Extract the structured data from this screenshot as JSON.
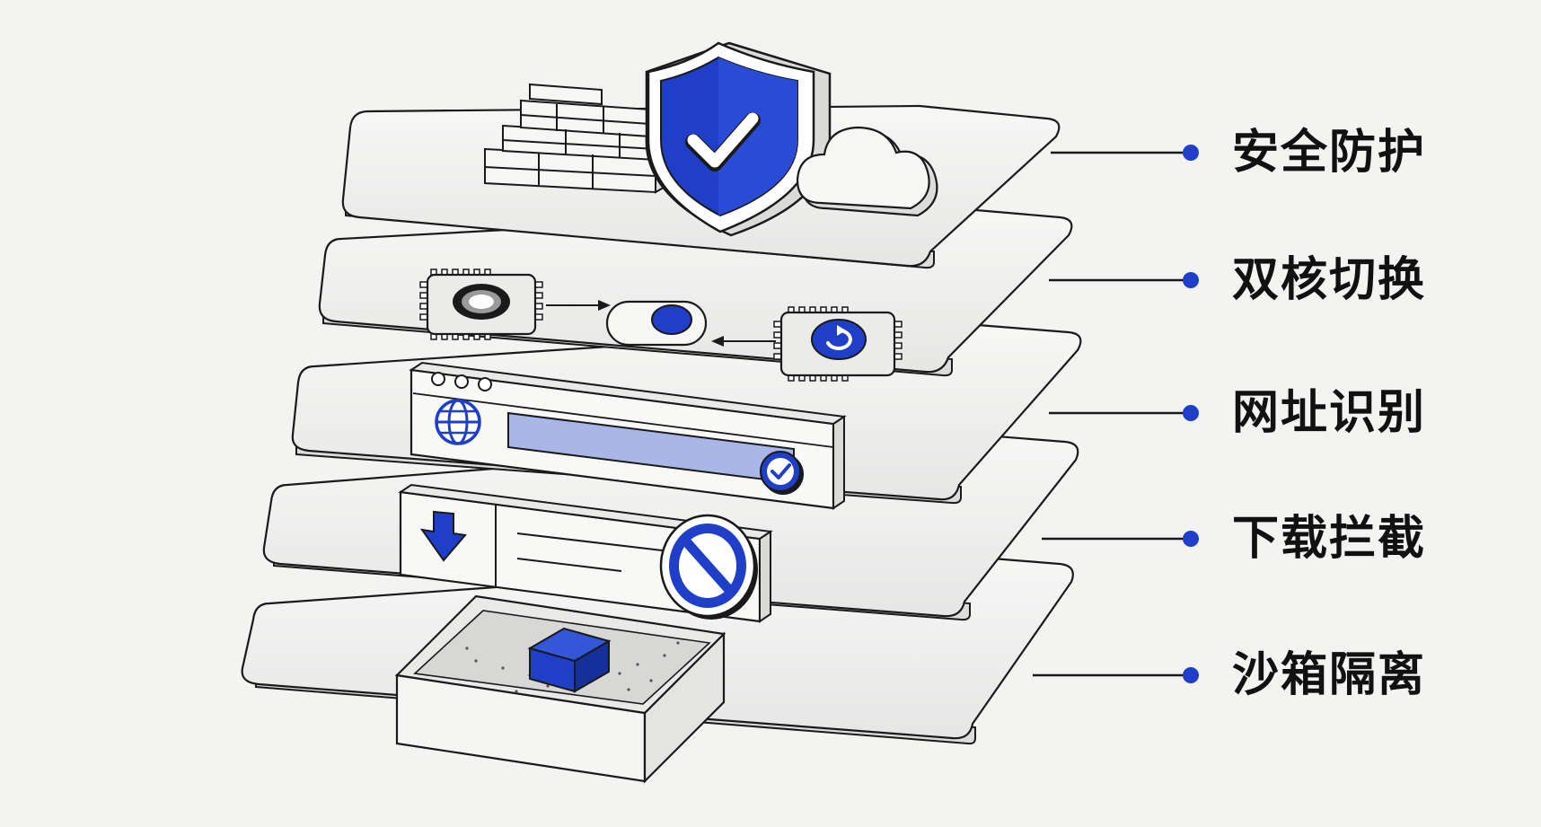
{
  "colors": {
    "accent": "#1f3fc9",
    "accent_light": "#a9b6e8",
    "outline": "#1a1a1a",
    "plate_fill": "#ececeb",
    "background": "#f3f3f2"
  },
  "layers": [
    {
      "label": "安全防护",
      "icons": [
        "brick-wall-icon",
        "shield-check-icon",
        "cloud-icon"
      ]
    },
    {
      "label": "双核切换",
      "icons": [
        "chip-icon",
        "toggle-switch-icon",
        "chip-refresh-icon"
      ]
    },
    {
      "label": "网址识别",
      "icons": [
        "browser-window-icon",
        "globe-icon",
        "check-circle-icon"
      ]
    },
    {
      "label": "下载拦截",
      "icons": [
        "download-arrow-icon",
        "blocked-icon"
      ]
    },
    {
      "label": "沙箱隔离",
      "icons": [
        "sandbox-box-icon",
        "cube-icon"
      ]
    }
  ]
}
